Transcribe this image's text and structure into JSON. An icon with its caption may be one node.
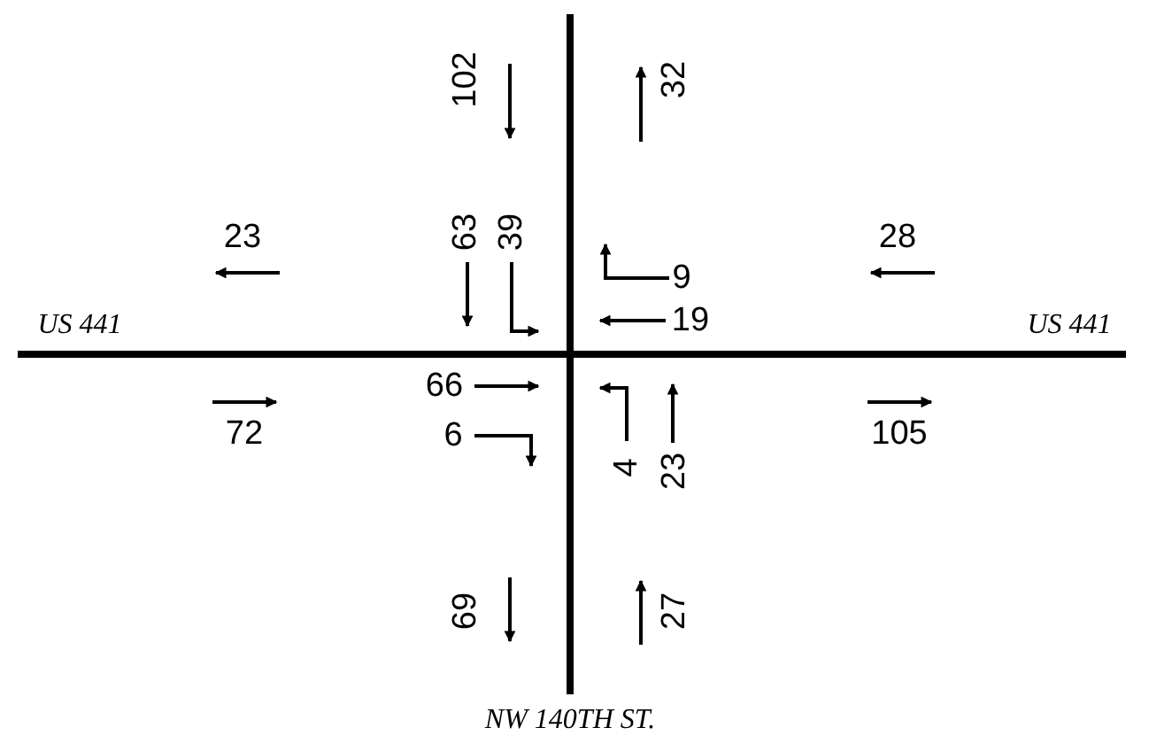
{
  "diagram": {
    "labels": [
      "102",
      "32",
      "23",
      "63",
      "39",
      "9",
      "28",
      "US 441",
      "19",
      "US 441",
      "66",
      "72",
      "6",
      "105",
      "4",
      "23",
      "69",
      "27",
      "NW 140TH ST."
    ]
  }
}
